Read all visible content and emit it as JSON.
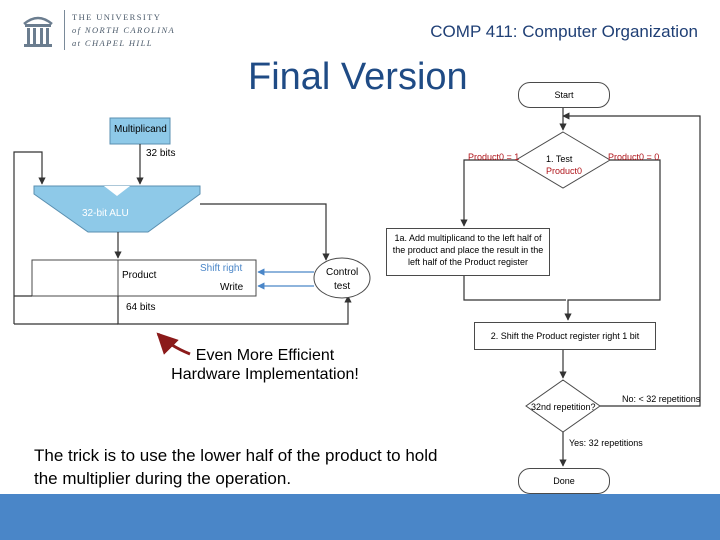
{
  "header": {
    "logo_lines": [
      "THE UNIVERSITY",
      "of NORTH CAROLINA",
      "at CHAPEL HILL"
    ],
    "course_title": "COMP 411: Computer Organization"
  },
  "slide_title": "Final Version",
  "hardware": {
    "multiplicand_label": "Multiplicand",
    "multiplicand_bits": "32 bits",
    "alu_label": "32-bit ALU",
    "product_label": "Product",
    "shift_right_label": "Shift right",
    "write_label": "Write",
    "product_bits": "64 bits",
    "control_line1": "Control",
    "control_line2": "test"
  },
  "flowchart": {
    "start": "Start",
    "test_line1": "1. Test",
    "test_line2": "Product0",
    "branch_one": "Product0 = 1",
    "branch_zero": "Product0 = 0",
    "step1a": "1a. Add multiplicand to the left half of the product and place the result in the left half of the Product register",
    "step2": "2. Shift the Product register right 1 bit",
    "repetition_question": "32nd repetition?",
    "no_label": "No:  < 32 repetitions",
    "yes_label": "Yes:  32 repetitions",
    "done": "Done"
  },
  "callout": {
    "line1": "Even More Efficient",
    "line2": "Hardware Implementation!"
  },
  "trick_text": "The trick is to use the lower half of the product to hold the multiplier during the operation.",
  "colors": {
    "accent_blue": "#4a86c8",
    "light_blue": "#8ec9e8",
    "title_blue": "#1f4b85",
    "red_label": "#b0141a",
    "arrow_dark_red": "#8b1a1a"
  }
}
